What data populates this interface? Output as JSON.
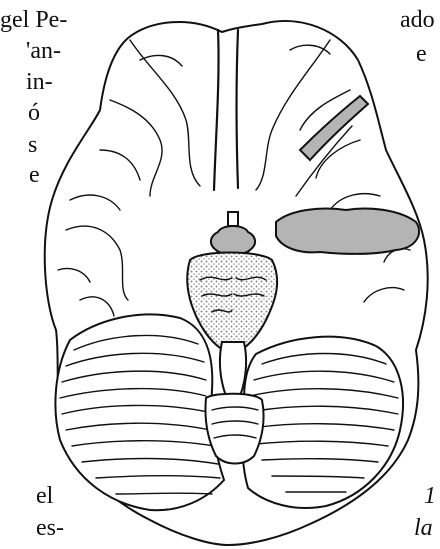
{
  "page": {
    "background": "#ffffff"
  },
  "text_fragments": {
    "left": [
      "gel Pe-",
      "'an-",
      "in-",
      "ó",
      "s",
      "e",
      "el",
      "es-"
    ],
    "right": [
      "ado",
      "e",
      "1",
      "la"
    ]
  },
  "figure": {
    "outline_color": "#111111",
    "fill_color": "#ffffff",
    "shade_color": "#b4b4b4",
    "stipple_color": "#c8c8c8"
  }
}
